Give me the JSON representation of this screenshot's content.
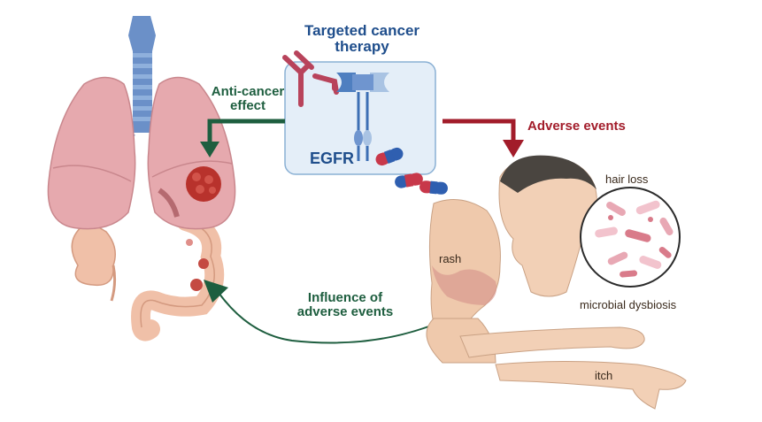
{
  "labels": {
    "therapy_line1": "Targeted cancer",
    "therapy_line2": "therapy",
    "egfr": "EGFR",
    "anti_cancer_line1": "Anti-cancer",
    "anti_cancer_line2": "effect",
    "adverse_events": "Adverse events",
    "influence_line1": "Influence of",
    "influence_line2": "adverse events",
    "hair_loss": "hair loss",
    "rash": "rash",
    "microbial_dysbiosis": "microbial dysbiosis",
    "itch": "itch"
  },
  "icons": [
    "trachea-icon",
    "lungs-icon",
    "tumor-icon",
    "colon-icon",
    "antibody-icon",
    "egfr-receptor-icon",
    "capsule-icon",
    "head-icon",
    "arm-icon",
    "bacteria-icon"
  ],
  "colors": {
    "title_blue": "#1f4e8c",
    "green_arrow": "#1e5e3f",
    "red_arrow": "#a21c2a",
    "lung_pink": "#e6a9ae",
    "skin": "#efc9ac",
    "box_fill": "#e4eef8"
  }
}
